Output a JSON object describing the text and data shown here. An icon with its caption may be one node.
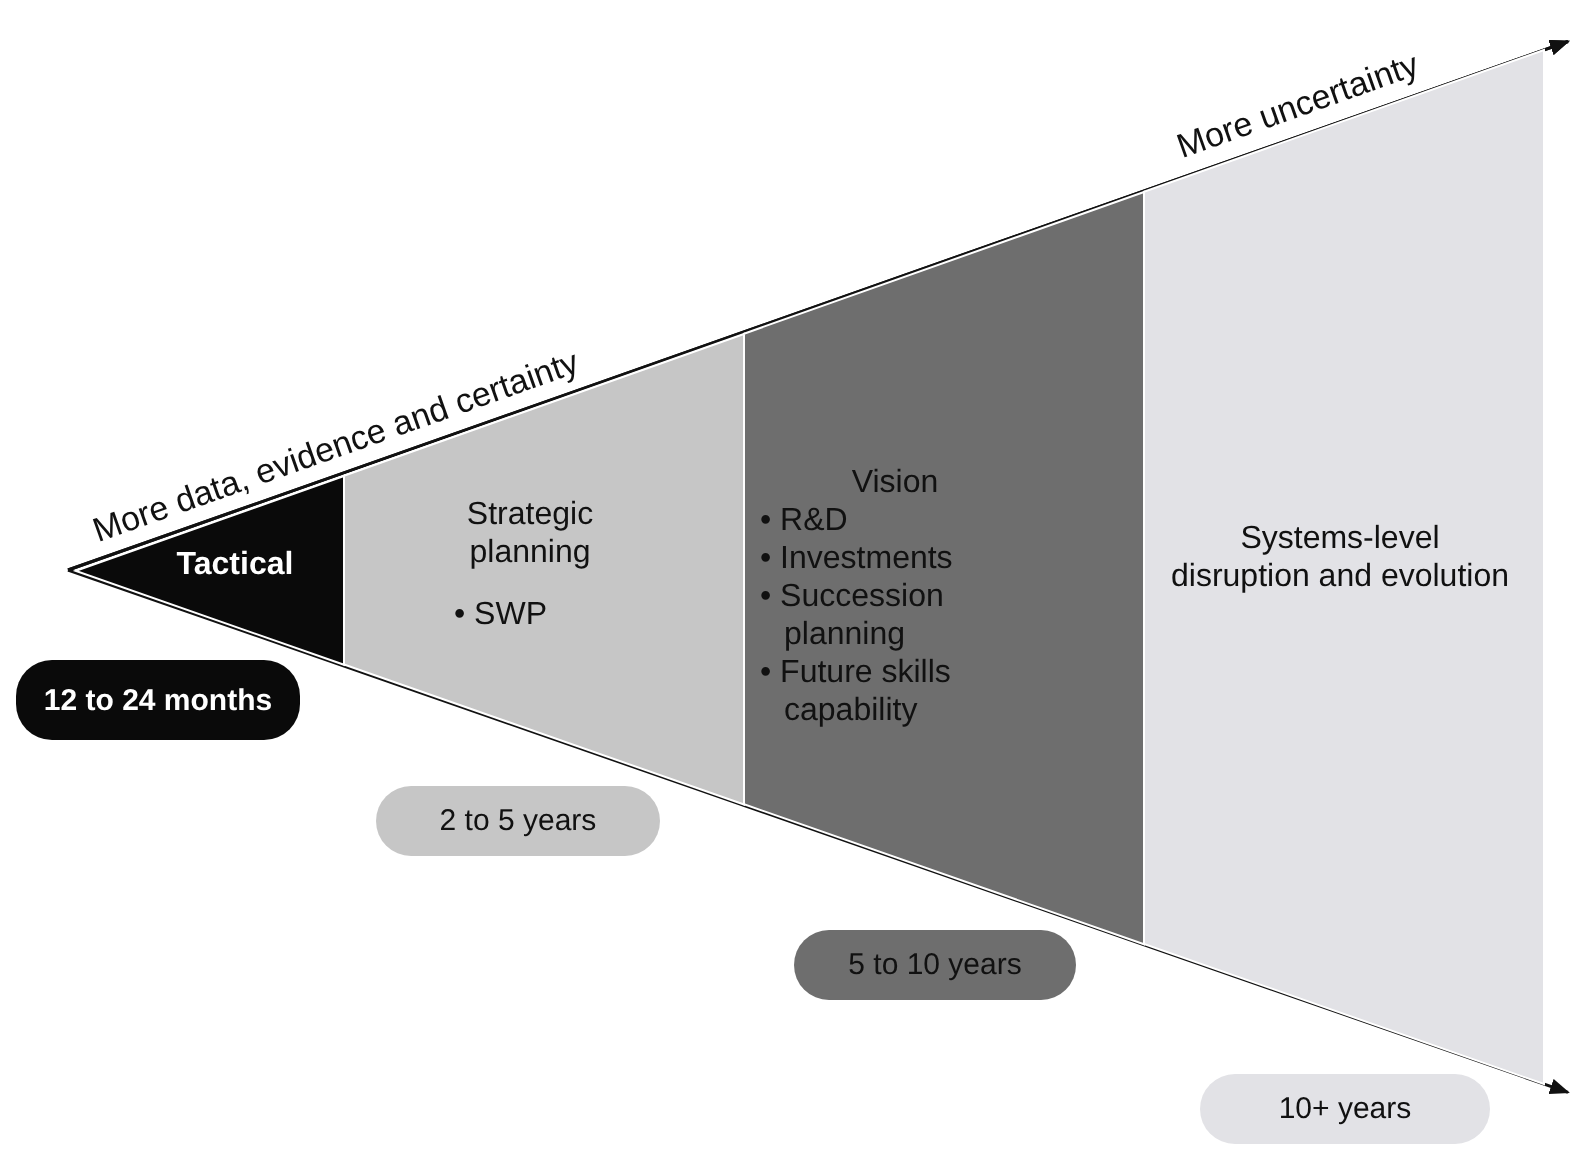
{
  "diagram": {
    "nodes": [
      {
        "text": [
          "Tactical"
        ]
      },
      {
        "text": [
          "Strategic planning",
          "• SWP"
        ]
      },
      {
        "text": [
          "Vision",
          "• R&D",
          "• Investments",
          "• Succession planning",
          "• Future skills capability"
        ]
      },
      {
        "text": [
          "Systems-level disruption and evolution"
        ]
      },
      {
        "text": [
          "12 to 24 months"
        ]
      },
      {
        "text": [
          "2 to 5 years"
        ]
      },
      {
        "text": [
          "5 to 10 years"
        ]
      },
      {
        "text": [
          "10+ years"
        ]
      }
    ],
    "edges": [],
    "labels": [
      "More data, evidence and certainty",
      "More uncertainty"
    ]
  }
}
